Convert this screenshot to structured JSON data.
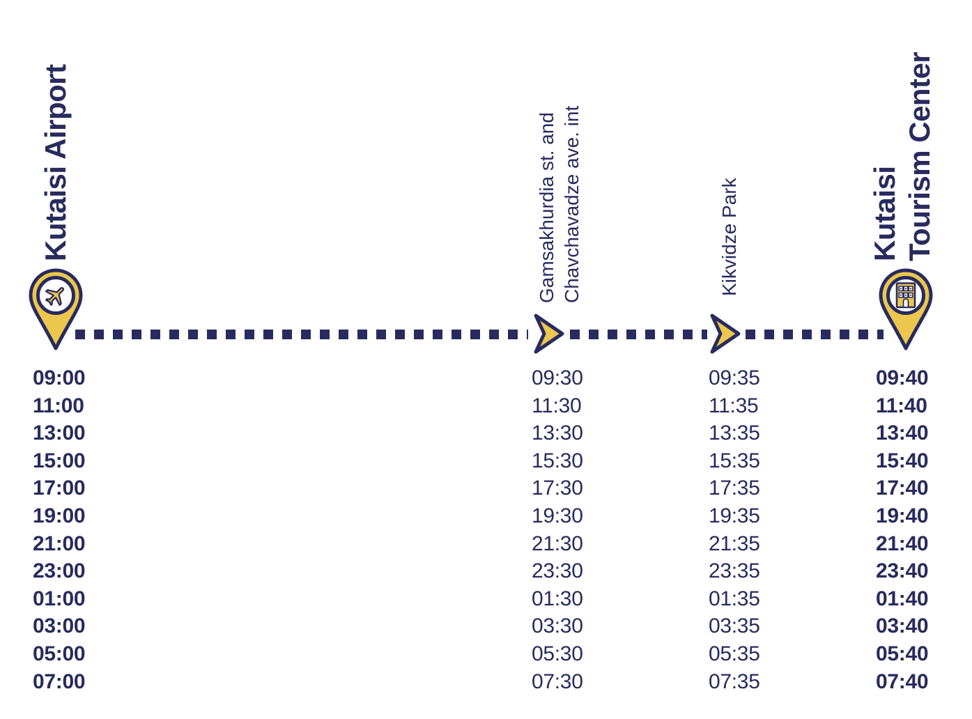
{
  "colors": {
    "navy": "#282b5d",
    "yellow": "#ecc64d"
  },
  "stops": [
    {
      "name": "Kutaisi Airport",
      "lines": [
        "Kutaisi Airport"
      ],
      "marker": "pin-plane"
    },
    {
      "name": "Gamsakhurdia st. and Chavchavadze ave. int",
      "lines": [
        "Gamsakhurdia st. and",
        "Chavchavadze ave. int"
      ],
      "marker": "arrow"
    },
    {
      "name": "Kikvidze Park",
      "lines": [
        "Kikvidze Park"
      ],
      "marker": "arrow"
    },
    {
      "name": "Kutaisi Tourism Center",
      "lines": [
        "Kutaisi",
        "Tourism Center"
      ],
      "marker": "pin-building"
    }
  ],
  "timetable": {
    "rows": [
      [
        "09:00",
        "09:30",
        "09:35",
        "09:40"
      ],
      [
        "11:00",
        "11:30",
        "11:35",
        "11:40"
      ],
      [
        "13:00",
        "13:30",
        "13:35",
        "13:40"
      ],
      [
        "15:00",
        "15:30",
        "15:35",
        "15:40"
      ],
      [
        "17:00",
        "17:30",
        "17:35",
        "17:40"
      ],
      [
        "19:00",
        "19:30",
        "19:35",
        "19:40"
      ],
      [
        "21:00",
        "21:30",
        "21:35",
        "21:40"
      ],
      [
        "23:00",
        "23:30",
        "23:35",
        "23:40"
      ],
      [
        "01:00",
        "01:30",
        "01:35",
        "01:40"
      ],
      [
        "03:00",
        "03:30",
        "03:35",
        "03:40"
      ],
      [
        "05:00",
        "05:30",
        "05:35",
        "05:40"
      ],
      [
        "07:00",
        "07:30",
        "07:35",
        "07:40"
      ]
    ]
  }
}
